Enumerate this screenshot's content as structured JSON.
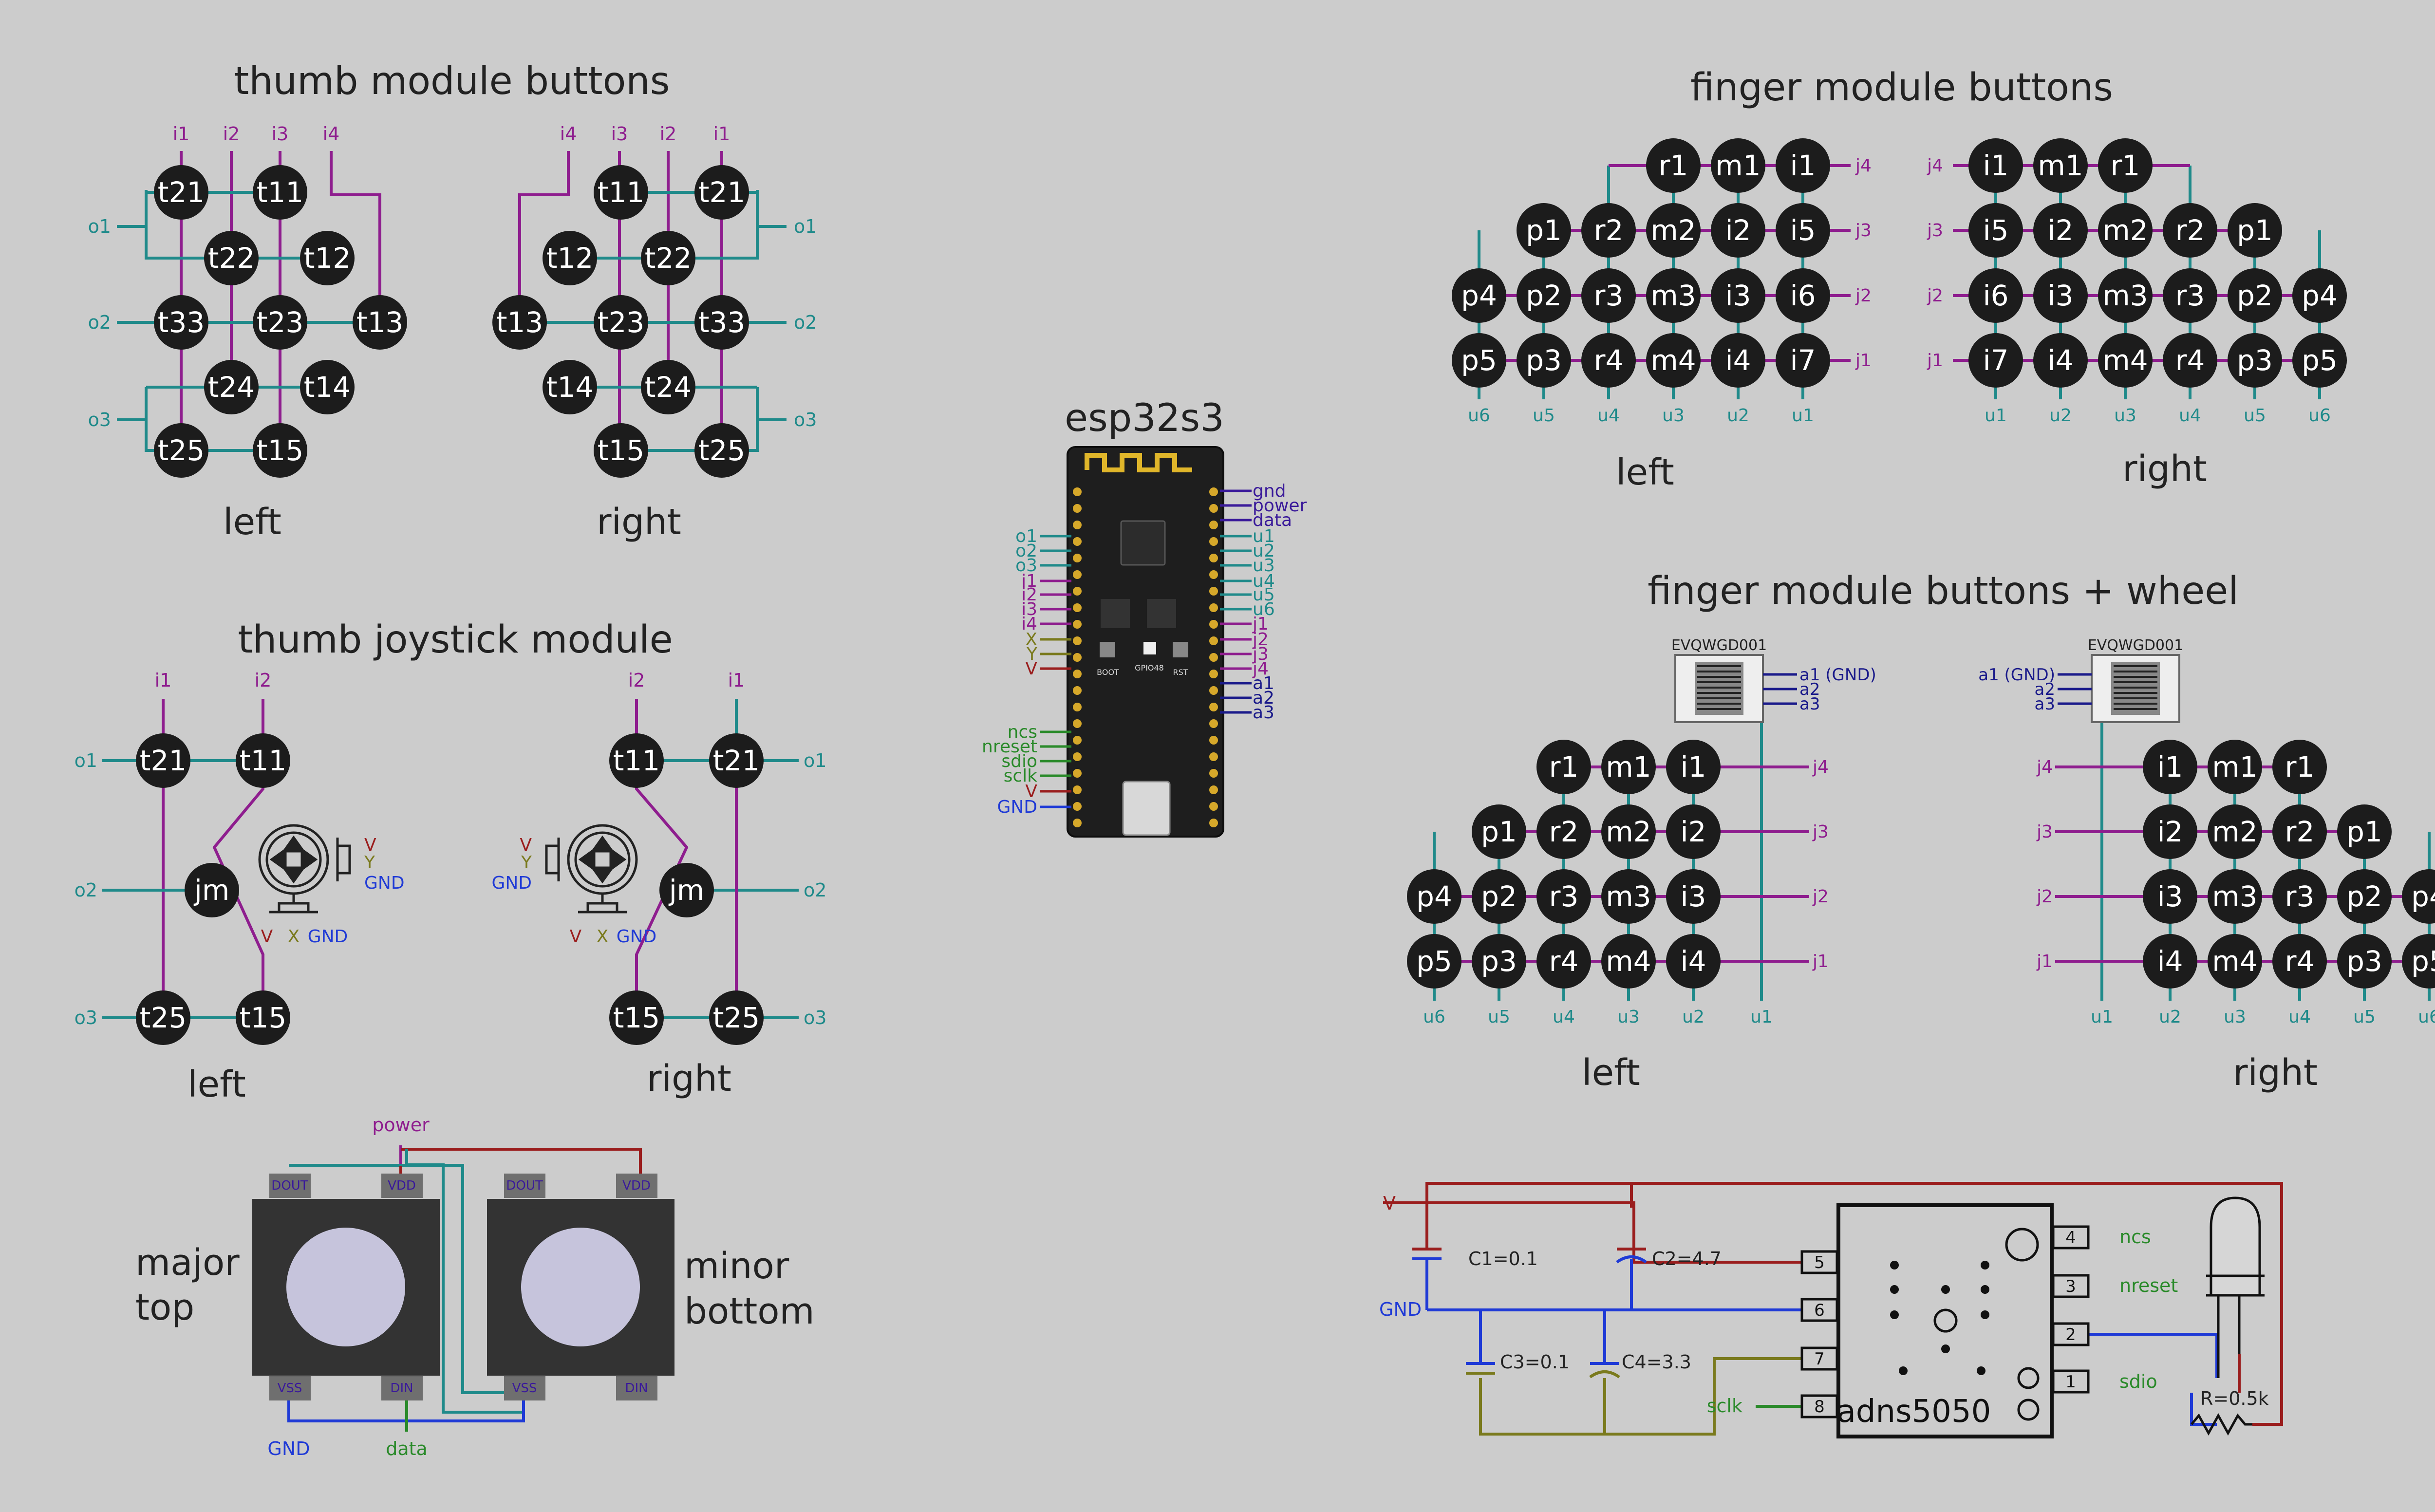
{
  "titles": {
    "thumb_buttons": "thumb module buttons",
    "finger_buttons": "finger module buttons",
    "thumb_joystick": "thumb joystick module",
    "finger_wheel": "finger module buttons + wheel",
    "esp": "esp32s3"
  },
  "sides": {
    "left": "left",
    "right": "right"
  },
  "sensors": {
    "major": [
      "major",
      "top"
    ],
    "minor": [
      "minor",
      "bottom"
    ]
  },
  "signals": {
    "i": [
      "i1",
      "i2",
      "i3",
      "i4"
    ],
    "o": [
      "o1",
      "o2",
      "o3"
    ],
    "j": [
      "j1",
      "j2",
      "j3",
      "j4"
    ],
    "u": [
      "u1",
      "u2",
      "u3",
      "u4",
      "u5",
      "u6"
    ],
    "a": [
      "a1",
      "a2",
      "a3"
    ],
    "a1_gnd": "a1 (GND)",
    "power": "power",
    "gnd": "GND",
    "gnd_lower": "gnd",
    "data": "data",
    "V": "V",
    "X": "X",
    "Y": "Y",
    "ncs": "ncs",
    "nreset": "nreset",
    "sdio": "sdio",
    "sclk": "sclk"
  },
  "thumb_nodes": [
    "t11",
    "t12",
    "t13",
    "t14",
    "t15",
    "t21",
    "t22",
    "t23",
    "t24",
    "t25",
    "t33"
  ],
  "joystick_nodes": [
    "t11",
    "t21",
    "jm",
    "t15",
    "t25"
  ],
  "finger_nodes": {
    "row1": [
      "r1",
      "m1",
      "i1"
    ],
    "row2": [
      "p1",
      "r2",
      "m2",
      "i2",
      "i5"
    ],
    "row3": [
      "p4",
      "p2",
      "r3",
      "m3",
      "i3",
      "i6"
    ],
    "row4": [
      "p5",
      "p3",
      "r4",
      "m4",
      "i4",
      "i7"
    ]
  },
  "finger_wheel_nodes": {
    "row1": [
      "r1",
      "m1",
      "i1"
    ],
    "row2": [
      "p1",
      "r2",
      "m2",
      "i2"
    ],
    "row3": [
      "p4",
      "p2",
      "r3",
      "m3",
      "i3"
    ],
    "row4": [
      "p5",
      "p3",
      "r4",
      "m4",
      "i4"
    ]
  },
  "encoder": "EVQWGD001",
  "led_pins": {
    "dout": "DOUT",
    "vdd": "VDD",
    "vss": "VSS",
    "din": "DIN"
  },
  "esp_board": {
    "left_pins": [
      "o1",
      "o2",
      "o3",
      "i1",
      "i2",
      "i3",
      "i4",
      "X",
      "Y",
      "V",
      "ncs",
      "nreset",
      "sdio",
      "sclk",
      "V",
      "GND"
    ],
    "right_pins": [
      "gnd",
      "power",
      "data",
      "u1",
      "u2",
      "u3",
      "u4",
      "u5",
      "u6",
      "j1",
      "j2",
      "j3",
      "j4",
      "a1",
      "a2",
      "a3"
    ],
    "silk": [
      "BOOT",
      "GPIO48",
      "RST"
    ]
  },
  "adns": {
    "chip": "adns5050",
    "pins_left": [
      "5",
      "6",
      "7",
      "8"
    ],
    "pins_right": [
      "4",
      "3",
      "2",
      "1"
    ],
    "caps": [
      "C1=0.1",
      "C2=4.7",
      "C3=0.1",
      "C4=3.3"
    ],
    "resistor": "R=0.5k"
  },
  "colors": {
    "background": "#cccccc",
    "node": "#1c1c1c",
    "input_wire": "#8e1d8e",
    "output_wire": "#1f8a8a",
    "ground": "#1f3ad6",
    "power": "#9a1d1d",
    "sensor_signal": "#2a8a2a",
    "olive": "#7a7a1d",
    "esp_label": "#3a1a9a"
  }
}
